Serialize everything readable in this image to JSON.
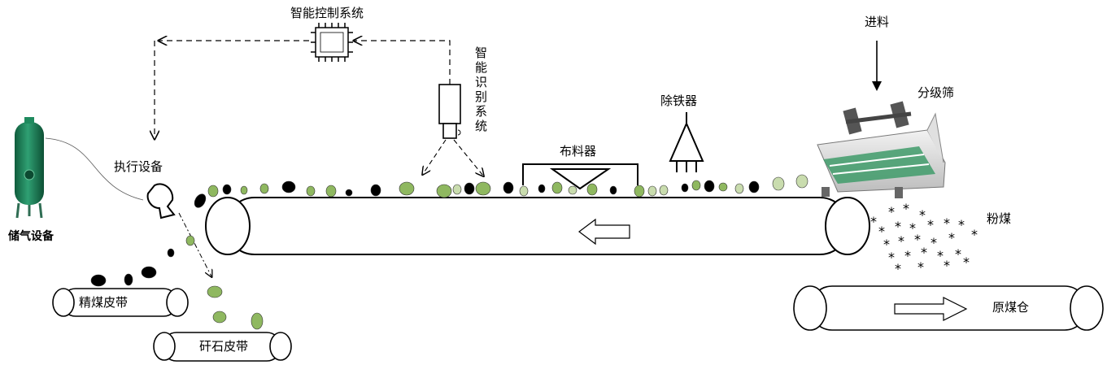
{
  "labels": {
    "smart_control": "智能控制系统",
    "smart_recognition": "智能识别系统",
    "actuator": "执行设备",
    "air_storage": "储气设备",
    "distributor": "布料器",
    "iron_remover": "除铁器",
    "feed": "进料",
    "grading_screen": "分级筛",
    "fine_coal": "粉煤",
    "clean_coal_belt": "精煤皮带",
    "gangue_belt": "矸石皮带",
    "raw_coal_bin": "原煤仓"
  },
  "colors": {
    "coal": "#000000",
    "gangue": "#8fb860",
    "gangue_light": "#c9dcae",
    "tank": "#1f8a5e",
    "line": "#000000"
  },
  "icons": [
    "chip-icon",
    "camera-icon",
    "iron-remover-icon",
    "air-tank-icon",
    "vibrating-screen-icon",
    "arrow-left-icon",
    "arrow-right-icon"
  ]
}
